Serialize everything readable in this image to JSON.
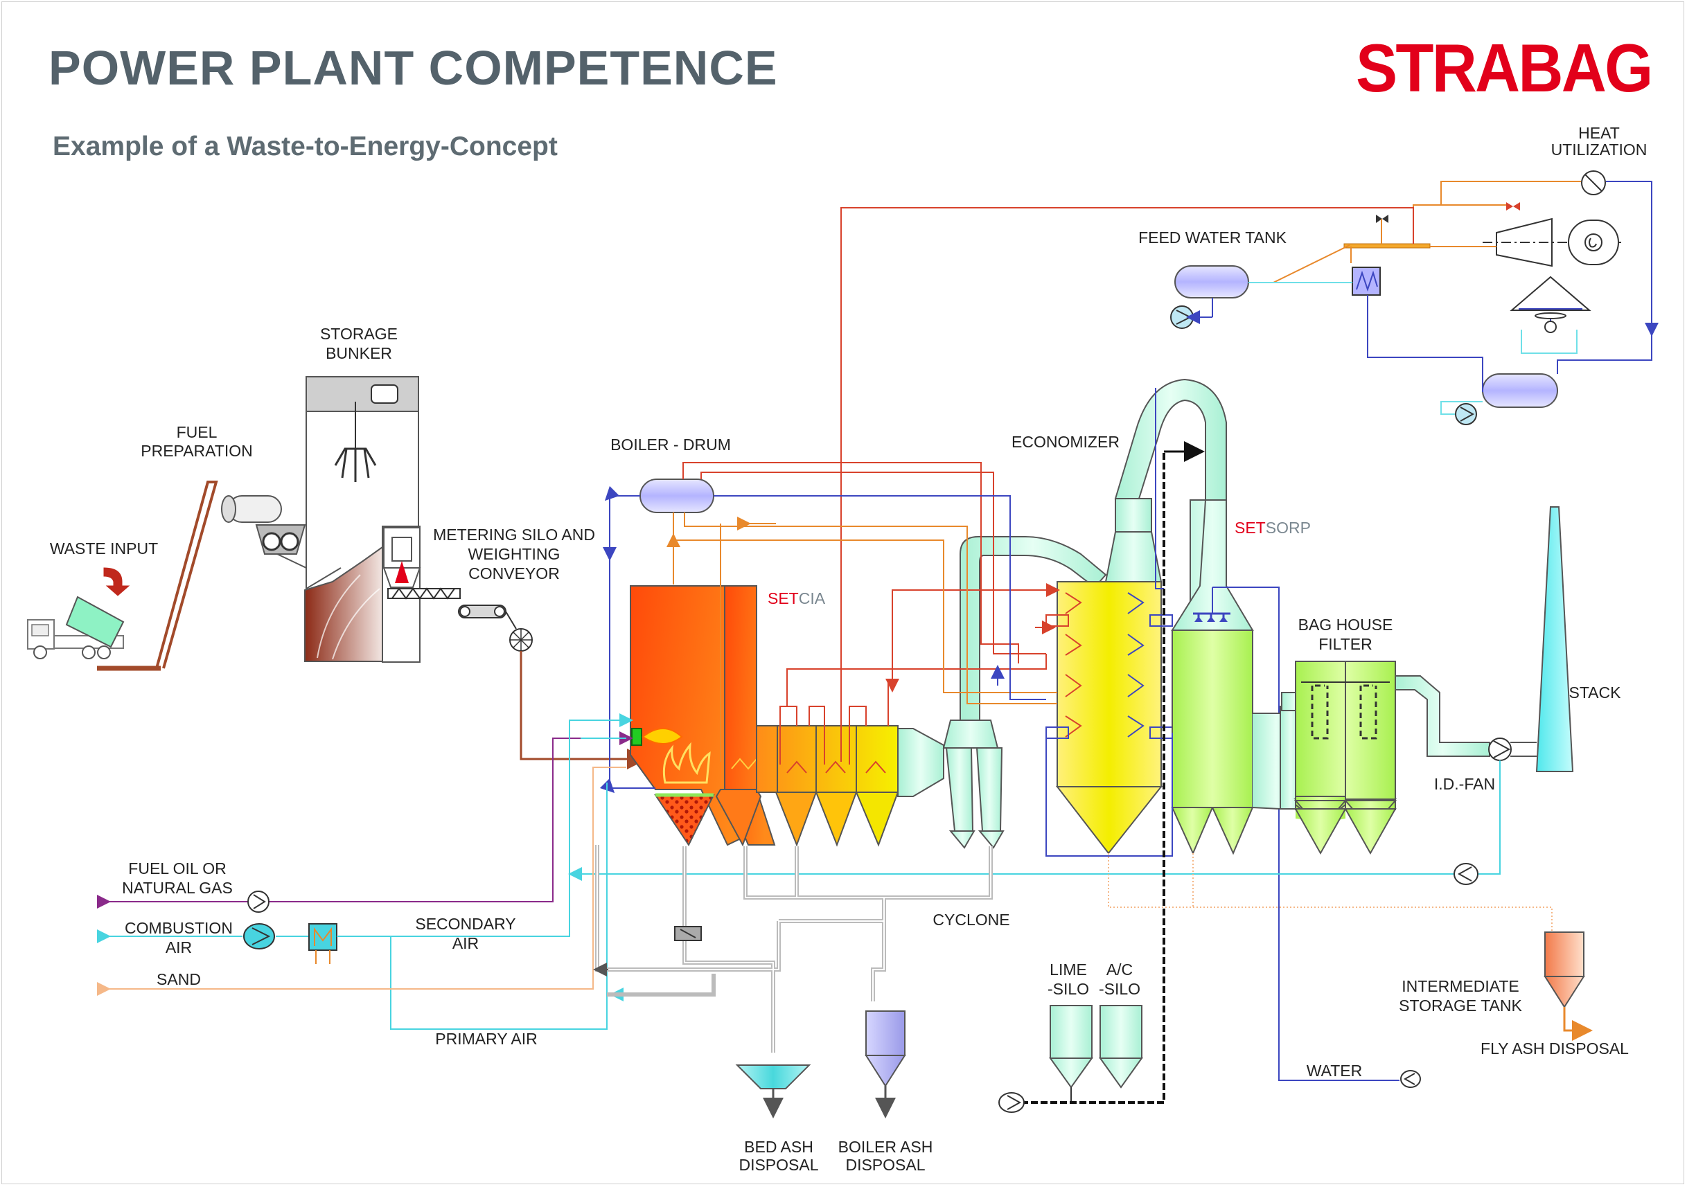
{
  "header": {
    "title": "POWER PLANT COMPETENCE",
    "subtitle": "Example of a Waste-to-Energy-Concept",
    "logo": "STRABAG"
  },
  "labels": {
    "heat_utilization_1": "HEAT",
    "heat_utilization_2": "UTILIZATION",
    "feed_water_tank": "FEED WATER TANK",
    "storage_bunker_1": "STORAGE",
    "storage_bunker_2": "BUNKER",
    "fuel_preparation_1": "FUEL",
    "fuel_preparation_2": "PREPARATION",
    "waste_input": "WASTE INPUT",
    "boiler_drum": "BOILER - DRUM",
    "economizer": "ECONOMIZER",
    "metering_silo_1": "METERING SILO AND",
    "metering_silo_2": "WEIGHTING",
    "metering_silo_3": "CONVEYOR",
    "setcia_set": "SET",
    "setcia_cia": "CIA",
    "setsorp_set": "SET",
    "setsorp_sorp": "SORP",
    "bag_house_1": "BAG HOUSE",
    "bag_house_2": "FILTER",
    "stack": "STACK",
    "id_fan": "I.D.-FAN",
    "fuel_oil_1": "FUEL OIL OR",
    "fuel_oil_2": "NATURAL GAS",
    "combustion_air_1": "COMBUSTION",
    "combustion_air_2": "AIR",
    "secondary_air_1": "SECONDARY",
    "secondary_air_2": "AIR",
    "sand": "SAND",
    "cyclone": "CYCLONE",
    "primary_air": "PRIMARY AIR",
    "lime_silo_1": "LIME",
    "lime_silo_2": "-SILO",
    "ac_silo_1": "A/C",
    "ac_silo_2": "-SILO",
    "intermediate_1": "INTERMEDIATE",
    "intermediate_2": "STORAGE TANK",
    "fly_ash": "FLY ASH DISPOSAL",
    "water": "WATER",
    "bed_ash_1": "BED ASH",
    "bed_ash_2": "DISPOSAL",
    "boiler_ash_1": "BOILER ASH",
    "boiler_ash_2": "DISPOSAL"
  },
  "colors": {
    "title": "#54626b",
    "logo": "#e2001a",
    "steam_red": "#d8422c",
    "water_orange": "#e8892c",
    "blue_line": "#3c46c0",
    "cyan_air": "#6fe0e8",
    "fuel_purple": "#8a2a8a",
    "sand": "#f5b888",
    "flue_gas_green": "#bfeee0"
  }
}
